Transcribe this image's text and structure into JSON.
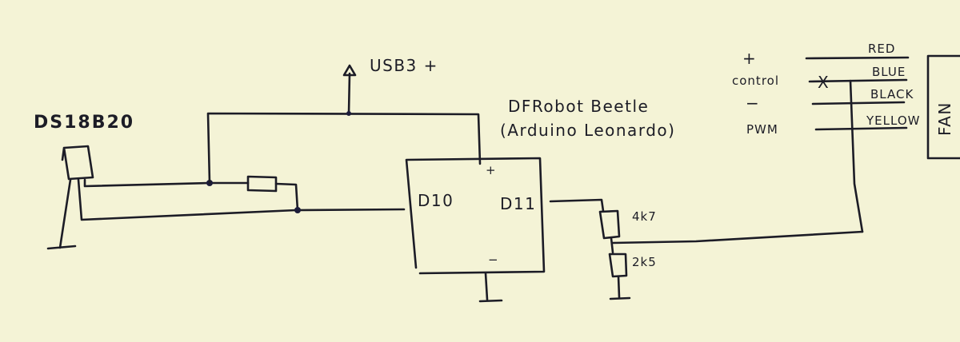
{
  "title": "DS18B20 + DFRobot Beetle fan controller schematic (hand-drawn)",
  "sensor": {
    "label": "DS18B20"
  },
  "power": {
    "label": "USB3 +"
  },
  "board": {
    "name": "DFRobot Beetle",
    "subtitle": "(Arduino Leonardo)",
    "pin_plus": "+",
    "pin_minus": "−",
    "pin_left": "D10",
    "pin_right": "D11"
  },
  "resistors": {
    "top": "4k7",
    "bottom": "2k5"
  },
  "fan": {
    "label": "FAN",
    "functions": [
      "+",
      "control",
      "−",
      "PWM"
    ],
    "wires": [
      "RED",
      "BLUE",
      "BLACK",
      "YELLOW"
    ],
    "cut_marker": "X"
  }
}
